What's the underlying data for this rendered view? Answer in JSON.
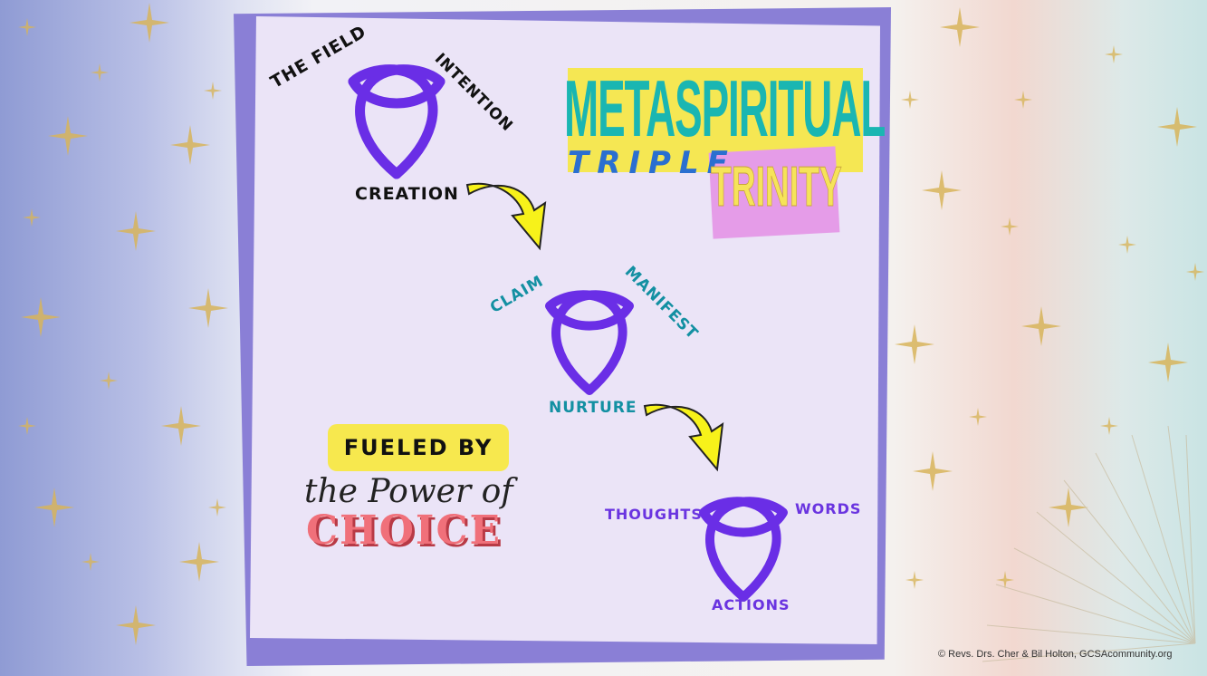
{
  "title": {
    "meta": "METASPIRITUAL",
    "triple": "TRIPLE",
    "trinity": "TRINITY"
  },
  "trinity1": {
    "left": "THE FIELD",
    "right": "INTENTION",
    "bottom": "CREATION"
  },
  "trinity2": {
    "left": "CLAIM",
    "right": "MANIFEST",
    "bottom": "NURTURE"
  },
  "trinity3": {
    "left": "THOUGHTS",
    "right": "WORDS",
    "bottom": "ACTIONS"
  },
  "fueled": {
    "badge": "FUELED BY",
    "script": "the Power of",
    "choice": "CHOICE"
  },
  "copyright": "© Revs. Drs. Cher & Bil Holton, GCSAcommunity.org",
  "colors": {
    "frame": "#8a7fd6",
    "card": "#ebe4f7",
    "knot": "#6a2ee6",
    "arrow": "#f7f21a",
    "teal": "#1390a2",
    "yellow": "#f5e753",
    "pink": "#e59ce8"
  },
  "icons": [
    "triquetra-knot-icon",
    "curved-arrow-icon",
    "sparkle-star-icon"
  ]
}
